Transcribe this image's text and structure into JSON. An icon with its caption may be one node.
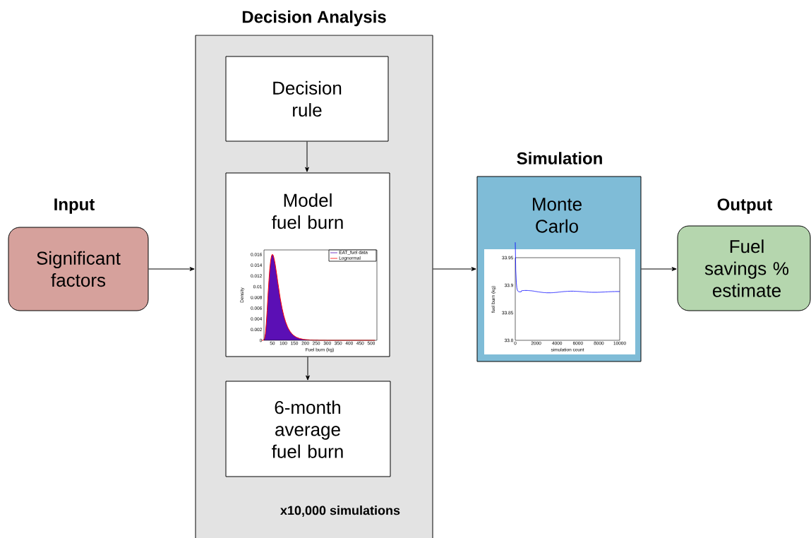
{
  "diagram": {
    "nodes": [
      {
        "text": [
          "Input",
          "Significant factors"
        ]
      },
      {
        "text": [
          "Decision Analysis",
          "x10,000 simulations"
        ]
      },
      {
        "text": [
          "Decision rule"
        ],
        "in": 1
      },
      {
        "text": [
          "Model fuel burn"
        ],
        "in": 1
      },
      {
        "text": [],
        "shape": "picture",
        "in": 3
      },
      {
        "text": [
          "6-month average fuel burn"
        ],
        "in": 1
      },
      {
        "text": [
          "Simulation",
          "Monte Carlo"
        ]
      },
      {
        "text": [],
        "shape": "picture",
        "in": 6
      },
      {
        "text": [
          "Output",
          "Fuel savings % estimate"
        ]
      }
    ],
    "edges": [
      {
        "from": 0,
        "to": 1,
        "arrow": "to"
      },
      {
        "from": 2,
        "to": 3,
        "arrow": "to"
      },
      {
        "from": 3,
        "to": 5,
        "arrow": "to"
      },
      {
        "from": 1,
        "to": 6,
        "arrow": "to"
      },
      {
        "from": 6,
        "to": 8,
        "arrow": "to"
      }
    ],
    "labels": [
      "0",
      "0.002",
      "0.004",
      "0.006",
      "0.008",
      "0.01",
      "0.012",
      "0.014",
      "0.016",
      "50",
      "100",
      "150",
      "200",
      "250",
      "300",
      "350",
      "400",
      "450",
      "500",
      "Density",
      "Fuel burn (kg)",
      "33.8",
      "33.85",
      "33.9",
      "33.95",
      "0",
      "2000",
      "4000",
      "6000",
      "8000",
      "10000",
      "fuel burn (kg)",
      "simulation count"
    ],
    "legend": [
      {
        "text": "EAT_fuel data"
      },
      {
        "text": "Lognormal"
      }
    ]
  }
}
